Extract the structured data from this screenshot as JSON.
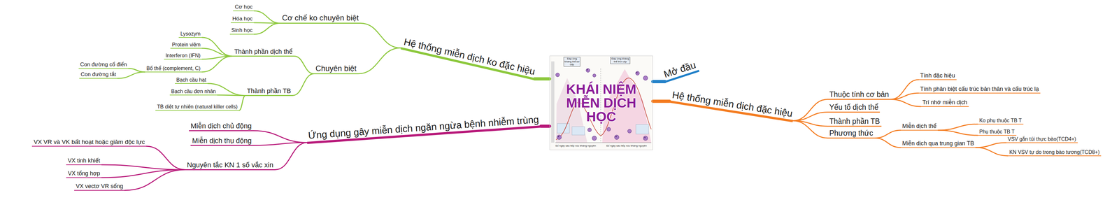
{
  "diagram": {
    "nodes": [
      {
        "text": [
          "KHÁI NIỆM MIỄN DỊCH HỌC"
        ]
      },
      {
        "text": [
          "Mở đầu"
        ]
      },
      {
        "text": [
          "Hệ thống miễn dịch đặc hiệu"
        ]
      },
      {
        "text": [
          "Thuộc tính cơ bản"
        ]
      },
      {
        "text": [
          "Tính đặc hiệu"
        ]
      },
      {
        "text": [
          "Tính phân biệt cấu trúc bản thân và cấu trúc lạ"
        ]
      },
      {
        "text": [
          "Trí nhớ miễn dịch"
        ]
      },
      {
        "text": [
          "Yếu tố dịch thể"
        ]
      },
      {
        "text": [
          "Thành phần TB"
        ]
      },
      {
        "text": [
          "Phương thức"
        ]
      },
      {
        "text": [
          "Miễn dịch thể"
        ]
      },
      {
        "text": [
          "Ko phụ thuộc TB T"
        ]
      },
      {
        "text": [
          "Phụ thuộc TB T"
        ]
      },
      {
        "text": [
          "Miễn dịch qua trung gian TB"
        ]
      },
      {
        "text": [
          "VSV gắn túi thực bào(TCD4+)"
        ]
      },
      {
        "text": [
          "KN VSV tự do trong bào tương(TCD8+)"
        ]
      },
      {
        "text": [
          "Hệ thống miễn dịch ko đặc hiệu"
        ]
      },
      {
        "text": [
          "Cơ chế ko chuyên biệt"
        ]
      },
      {
        "text": [
          "Cơ học"
        ]
      },
      {
        "text": [
          "Hóa học"
        ]
      },
      {
        "text": [
          "Sinh học"
        ]
      },
      {
        "text": [
          "Chuyên biệt"
        ]
      },
      {
        "text": [
          "Thành phần dịch thể"
        ]
      },
      {
        "text": [
          "Lysozym"
        ]
      },
      {
        "text": [
          "Protein viêm"
        ]
      },
      {
        "text": [
          "Interferon (IFN)"
        ]
      },
      {
        "text": [
          "Bổ thể (complement, C)"
        ]
      },
      {
        "text": [
          "Con đường cổ điển"
        ]
      },
      {
        "text": [
          "Con đường tắt"
        ]
      },
      {
        "text": [
          "Thành phần TB"
        ]
      },
      {
        "text": [
          "Bạch cầu hạt"
        ]
      },
      {
        "text": [
          "Bạch cầu đơn nhân"
        ]
      },
      {
        "text": [
          "TB diệt tự nhiên (natural killer cells)"
        ]
      },
      {
        "text": [
          "Ứng dụng gây miễn dịch ngăn ngừa bệnh nhiễm trùng"
        ]
      },
      {
        "text": [
          "Miễn dịch chủ động"
        ]
      },
      {
        "text": [
          "Miễn dịch thụ động"
        ]
      },
      {
        "text": [
          "Nguyên tắc KN 1 số vắc xin"
        ]
      },
      {
        "text": [
          "VX VR và VK bất hoạt hoặc giảm độc lực"
        ]
      },
      {
        "text": [
          "VX tinh khiết"
        ]
      },
      {
        "text": [
          "VX tổng hợp"
        ]
      },
      {
        "text": [
          "VX vectơ VR sống"
        ]
      }
    ],
    "edges": [
      {
        "from": 0,
        "to": 1,
        "arrow": "none"
      },
      {
        "from": 0,
        "to": 2,
        "arrow": "none"
      },
      {
        "from": 2,
        "to": 3,
        "arrow": "none"
      },
      {
        "from": 3,
        "to": 4,
        "arrow": "none"
      },
      {
        "from": 3,
        "to": 5,
        "arrow": "none"
      },
      {
        "from": 3,
        "to": 6,
        "arrow": "none"
      },
      {
        "from": 2,
        "to": 7,
        "arrow": "none"
      },
      {
        "from": 2,
        "to": 8,
        "arrow": "none"
      },
      {
        "from": 2,
        "to": 9,
        "arrow": "none"
      },
      {
        "from": 9,
        "to": 10,
        "arrow": "none"
      },
      {
        "from": 10,
        "to": 11,
        "arrow": "none"
      },
      {
        "from": 10,
        "to": 12,
        "arrow": "none"
      },
      {
        "from": 9,
        "to": 13,
        "arrow": "none"
      },
      {
        "from": 13,
        "to": 14,
        "arrow": "none"
      },
      {
        "from": 13,
        "to": 15,
        "arrow": "none"
      },
      {
        "from": 0,
        "to": 16,
        "arrow": "none"
      },
      {
        "from": 16,
        "to": 17,
        "arrow": "none"
      },
      {
        "from": 17,
        "to": 18,
        "arrow": "none"
      },
      {
        "from": 17,
        "to": 19,
        "arrow": "none"
      },
      {
        "from": 17,
        "to": 20,
        "arrow": "none"
      },
      {
        "from": 16,
        "to": 21,
        "arrow": "none"
      },
      {
        "from": 21,
        "to": 22,
        "arrow": "none"
      },
      {
        "from": 22,
        "to": 23,
        "arrow": "none"
      },
      {
        "from": 22,
        "to": 24,
        "arrow": "none"
      },
      {
        "from": 22,
        "to": 25,
        "arrow": "none"
      },
      {
        "from": 22,
        "to": 26,
        "arrow": "none"
      },
      {
        "from": 26,
        "to": 27,
        "arrow": "none"
      },
      {
        "from": 26,
        "to": 28,
        "arrow": "none"
      },
      {
        "from": 21,
        "to": 29,
        "arrow": "none"
      },
      {
        "from": 29,
        "to": 30,
        "arrow": "none"
      },
      {
        "from": 29,
        "to": 31,
        "arrow": "none"
      },
      {
        "from": 29,
        "to": 32,
        "arrow": "none"
      },
      {
        "from": 0,
        "to": 33,
        "arrow": "none"
      },
      {
        "from": 33,
        "to": 34,
        "arrow": "none"
      },
      {
        "from": 33,
        "to": 35,
        "arrow": "none"
      },
      {
        "from": 33,
        "to": 36,
        "arrow": "none"
      },
      {
        "from": 36,
        "to": 37,
        "arrow": "none"
      },
      {
        "from": 36,
        "to": 38,
        "arrow": "none"
      },
      {
        "from": 36,
        "to": 39,
        "arrow": "none"
      },
      {
        "from": 36,
        "to": 40,
        "arrow": "none"
      }
    ],
    "labels": [
      "Đáp ứng kháng thể sơ cấp",
      "Đáp ứng kháng thể thứ cấp",
      "Số ngày sau tiếp xúc kháng nguyên",
      "Số ngày sau tiếp xúc kháng nguyên"
    ]
  }
}
